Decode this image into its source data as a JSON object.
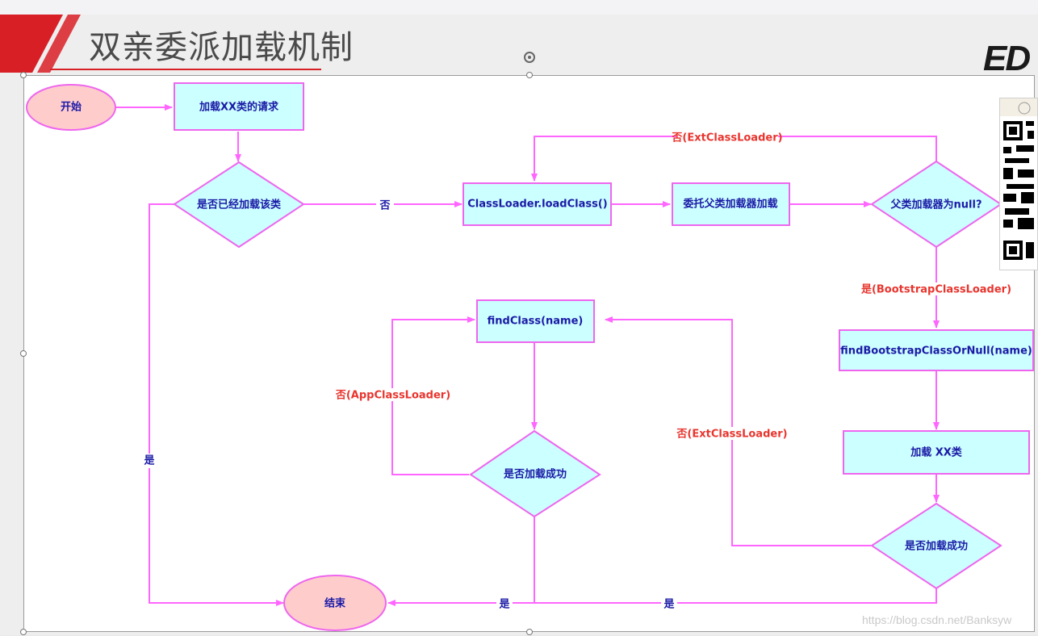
{
  "slide": {
    "title": "双亲委派加载机制",
    "logo_text": "ED",
    "watermark": "https://blog.csdn.net/Banksyw"
  },
  "flowchart": {
    "nodes": {
      "start": "开始",
      "request": "加载XX类的请求",
      "loaded_check": "是否已经加载该类",
      "loadclass": "ClassLoader.loadClass()",
      "delegate": "委托父类加载器加载",
      "parent_null": "父类加载器为null?",
      "find_bootstrap": "findBootstrapClassOrNull(name)",
      "load_xx": "加载 XX类",
      "success_right": "是否加载成功",
      "findclass": "findClass(name)",
      "success_mid": "是否加载成功",
      "end": "结束"
    },
    "edge_labels": {
      "no": "否",
      "yes_left": "是",
      "no_ext_top": "否(ExtClassLoader)",
      "yes_bootstrap": "是(BootstrapClassLoader)",
      "no_app": "否(AppClassLoader)",
      "no_ext_mid": "否(ExtClassLoader)",
      "yes_mid": "是",
      "yes_right": "是"
    },
    "colors": {
      "line": "#ff66ff",
      "box_fill": "#ccffff",
      "box_stroke": "#ee66ee",
      "ellipse_fill": "#ffcccc",
      "node_text": "#1a1aa6",
      "red_label": "#e8352e",
      "blue_label": "#1a1aa6"
    }
  },
  "icons": {
    "qr": "qr-code-icon",
    "rotate_handle": "rotate-handle-icon"
  }
}
